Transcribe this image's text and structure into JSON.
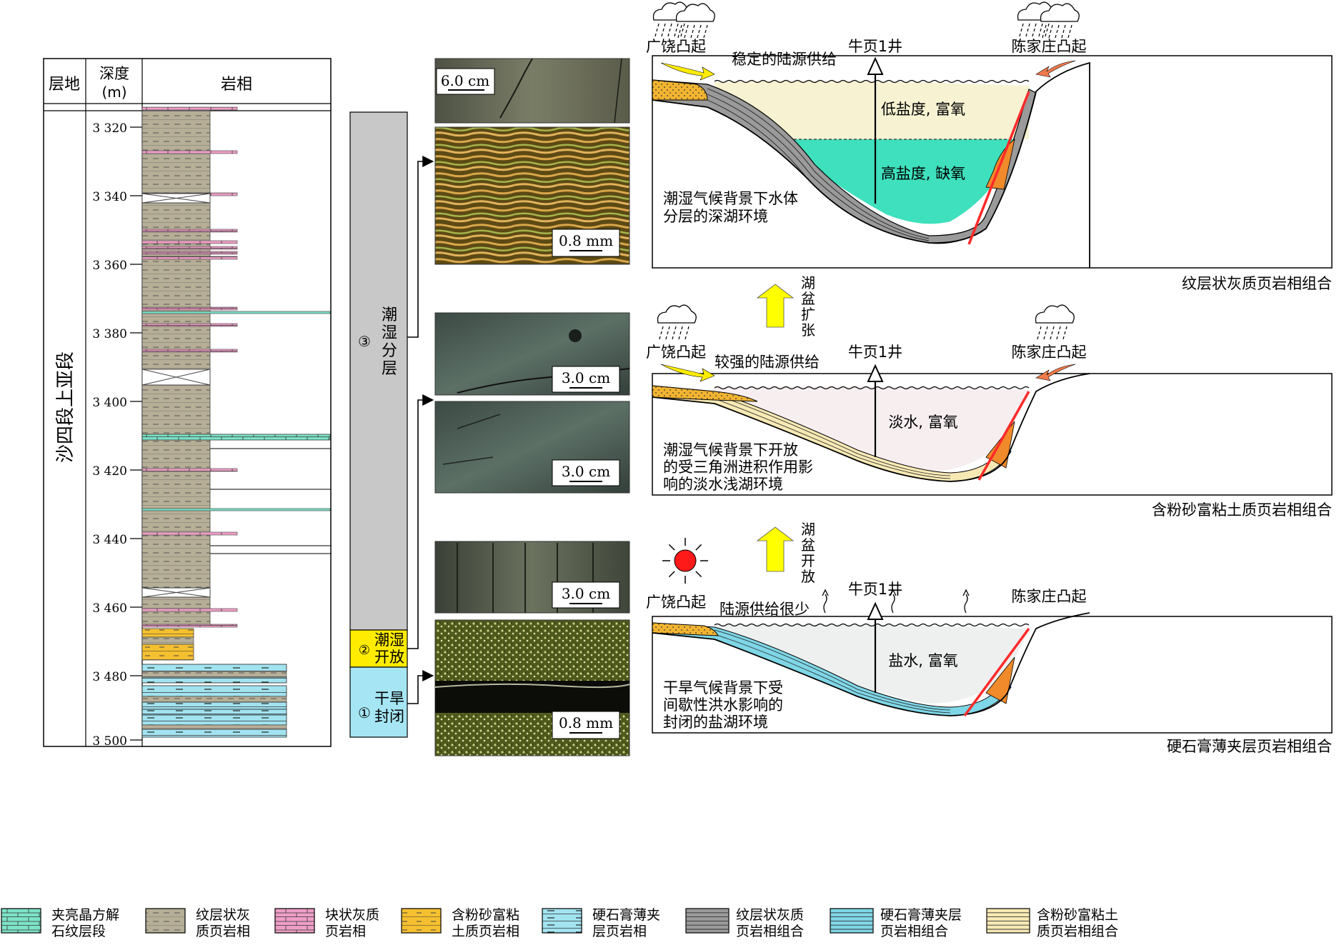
{
  "column": {
    "header_formation": "层地",
    "header_depth": "深度",
    "header_depth_unit": "(m)",
    "header_lithofacies": "岩相",
    "formation_name": "沙四段上亚段",
    "depth_ticks": [
      "3 320",
      "3 340",
      "3 360",
      "3 380",
      "3 400",
      "3 420",
      "3 440",
      "3 460",
      "3 480",
      "3 500"
    ]
  },
  "stages": [
    {
      "number": "③",
      "label": "潮湿分层"
    },
    {
      "number": "②",
      "label": "潮湿开放"
    },
    {
      "number": "①",
      "label": "干旱封闭"
    }
  ],
  "photo_scales": [
    "6.0 cm",
    "0.8 mm",
    "3.0 cm",
    "3.0 cm",
    "3.0 cm",
    "0.8 mm"
  ],
  "models": [
    {
      "left_high": "广饶凸起",
      "right_high": "陈家庄凸起",
      "supply": "稳定的陆源供给",
      "well": "牛页1井",
      "upper_water": "低盐度, 富氧",
      "lower_water": "高盐度, 缺氧",
      "env_lines": [
        "潮湿气候背景下水体",
        "分层的深湖环境"
      ],
      "caption": "纹层状灰质页岩相组合"
    },
    {
      "left_high": "广饶凸起",
      "right_high": "陈家庄凸起",
      "supply": "较强的陆源供给",
      "well": "牛页1井",
      "water": "淡水, 富氧",
      "env_lines": [
        "潮湿气候背景下开放",
        "的受三角洲进积作用影",
        "响的淡水浅湖环境"
      ],
      "caption": "含粉砂富粘土质页岩相组合"
    },
    {
      "left_high": "广饶凸起",
      "right_high": "陈家庄凸起",
      "supply": "陆源供给很少",
      "well": "牛页1井",
      "water": "盐水, 富氧",
      "env_lines": [
        "干旱气候背景下受",
        "间歇性洪水影响的",
        "封闭的盐湖环境"
      ],
      "caption": "硬石膏薄夹层页岩相组合"
    }
  ],
  "transitions": [
    {
      "chars": [
        "湖",
        "盆",
        "扩",
        "张"
      ]
    },
    {
      "chars": [
        "湖",
        "盆",
        "开",
        "放"
      ]
    }
  ],
  "legend": [
    {
      "line1": "夹亮晶方解",
      "line2": "石纹层段",
      "fill": "#7de3c8"
    },
    {
      "line1": "纹层状灰",
      "line2": "质页岩相",
      "fill": "#b6ae96"
    },
    {
      "line1": "块状灰质",
      "line2": "页岩相",
      "fill": "#ee9ec6"
    },
    {
      "line1": "含粉砂富粘",
      "line2": "土质页岩相",
      "fill": "#f5c030"
    },
    {
      "line1": "硬石膏薄夹",
      "line2": "层页岩相",
      "fill": "#a2e3f0"
    },
    {
      "line1": "纹层状灰质",
      "line2": "页岩相组合",
      "fill": "#9a9a9a"
    },
    {
      "line1": "硬石膏薄夹层",
      "line2": "页岩相组合",
      "fill": "#7fd6e6"
    },
    {
      "line1": "含粉砂富粘土",
      "line2": "质页岩相组合",
      "fill": "#f7e9b4"
    }
  ],
  "colors": {
    "laminated_calcareous": "#b6ae96",
    "massive_calcareous": "#ee9ec6",
    "silty_clay": "#f5c030",
    "anhydrite": "#a2e3f0",
    "sparry_calcite": "#7de3c8",
    "stage_humid_stratified": "#c8c8c8",
    "stage_humid_open": "#ffec00",
    "stage_arid_closed": "#a6e6f4",
    "upper_water": "#f7f2d2",
    "lower_water": "#3ee0bd",
    "fresh_water": "#f7eef0",
    "saline_water": "#eef0f0",
    "fault": "#ff2a2a",
    "sun": "#ff1a1a",
    "arrow_yellow": "#ffff00"
  }
}
